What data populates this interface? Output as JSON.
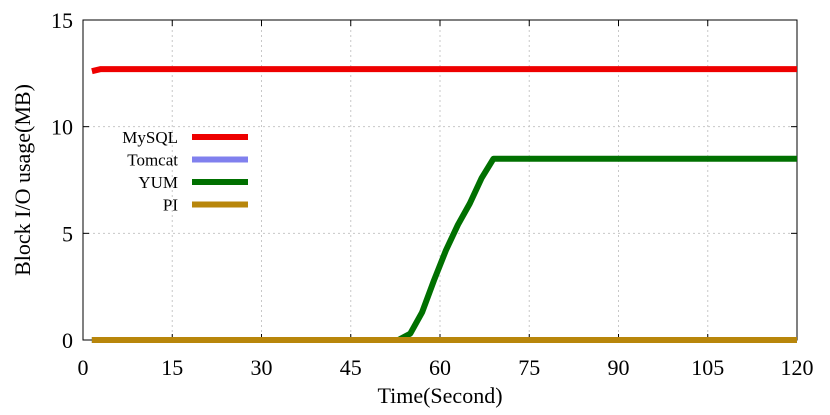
{
  "chart_data": {
    "type": "line",
    "xlabel": "Time(Second)",
    "ylabel": "Block I/O usage(MB)",
    "xlim": [
      0,
      120
    ],
    "ylim": [
      0,
      15
    ],
    "xticks": [
      0,
      15,
      30,
      45,
      60,
      75,
      90,
      105,
      120
    ],
    "yticks": [
      0,
      5,
      10,
      15
    ],
    "grid": true,
    "legend_position": "left-center",
    "series": [
      {
        "name": "MySQL",
        "color": "#ee0000",
        "x": [
          1.5,
          3,
          5,
          120
        ],
        "y": [
          12.6,
          12.7,
          12.7,
          12.7
        ]
      },
      {
        "name": "Tomcat",
        "color": "#8080ee",
        "x": [
          1.5,
          120
        ],
        "y": [
          0,
          0
        ]
      },
      {
        "name": "YUM",
        "color": "#007000",
        "x": [
          1.5,
          53,
          55,
          57,
          59,
          61,
          63,
          65,
          67,
          69,
          120
        ],
        "y": [
          0,
          0,
          0.3,
          1.3,
          2.8,
          4.2,
          5.4,
          6.4,
          7.6,
          8.5,
          8.5
        ]
      },
      {
        "name": "PI",
        "color": "#b8860b",
        "x": [
          1.5,
          120
        ],
        "y": [
          0,
          0
        ]
      }
    ]
  }
}
